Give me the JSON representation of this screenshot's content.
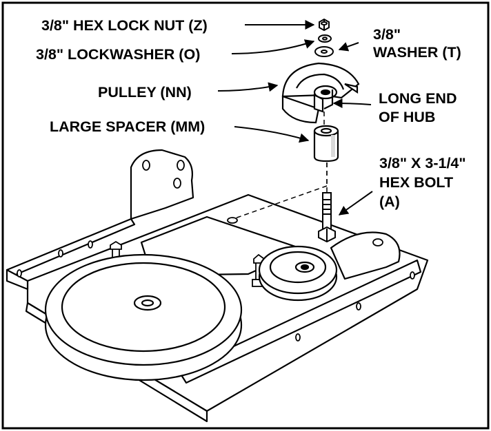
{
  "labels": {
    "hex_lock_nut": "3/8\" HEX LOCK NUT (Z)",
    "lockwasher": "3/8\" LOCKWASHER (O)",
    "washer_line1": "3/8\"",
    "washer_line2": "WASHER (T)",
    "pulley": "PULLEY (NN)",
    "long_end_line1": "LONG END",
    "long_end_line2": "OF HUB",
    "large_spacer": "LARGE SPACER (MM)",
    "hex_bolt_line1": "3/8\" X 3-1/4\"",
    "hex_bolt_line2": "HEX BOLT",
    "hex_bolt_line3": "(A)"
  },
  "colors": {
    "ink": "#000000",
    "paper": "#ffffff",
    "shade": "#d9d9d9"
  }
}
